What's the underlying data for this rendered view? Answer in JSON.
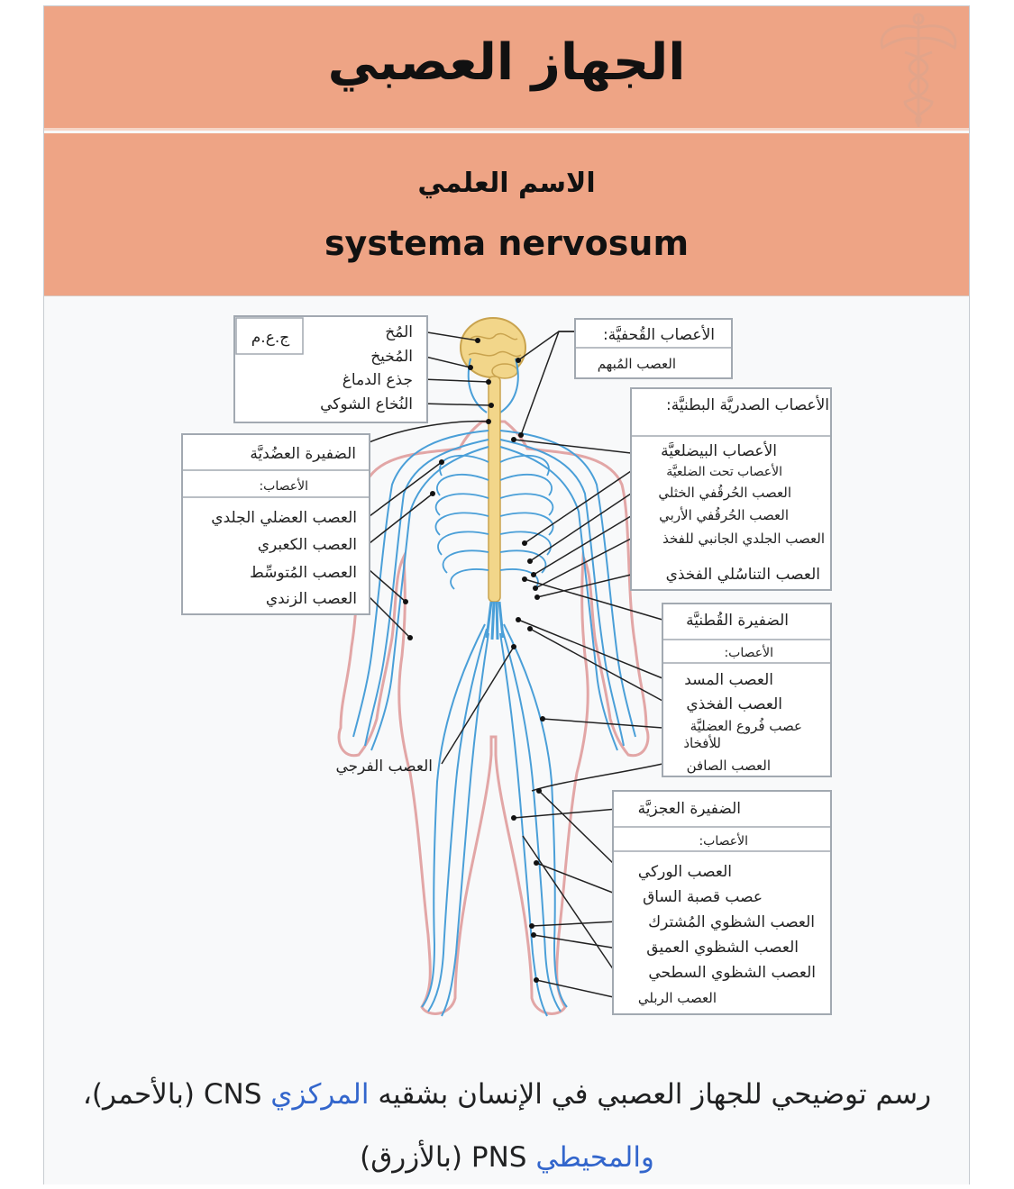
{
  "infobox": {
    "title": "الجهاز العصبي",
    "scientific_label": "الاسم العلمي",
    "scientific_name": "systema nervosum"
  },
  "diagram": {
    "cns_box": {
      "header": "ج.ع.م",
      "items": [
        "المُخ",
        "المُخيخ",
        "جذع الدماغ",
        "النُخاع الشوكي"
      ]
    },
    "cranial_box": {
      "header": "الأعصاب القُحفيَّة:",
      "items": [
        "العصب المُبهم"
      ]
    },
    "thoracoabdominal_box": {
      "header": "الأعصاب الصدريَّة البطنيَّة:",
      "items": [
        "الأعصاب البيضلعيَّة",
        "الأعصاب تحت الضلعيَّة",
        "العصب الحُرقُفي الخثلي",
        "العصب الحُرقُفي الأربي",
        "العصب الجلدي الجانبي للفخذ",
        "العصب التناسُلي الفخذي"
      ]
    },
    "brachial_box": {
      "header": "الضفيرة العضُديَّة",
      "subheader": "الأعصاب:",
      "items": [
        "العصب العضلي الجلدي",
        "العصب الكعبري",
        "العصب المُتوسِّط",
        "العصب الزندي"
      ]
    },
    "lumbar_box": {
      "header": "الضفيرة القُطنيَّة",
      "subheader": "الأعصاب:",
      "items": [
        "العصب المسد",
        "العصب الفخذي",
        "عصب فُروع العضليَّة",
        "للأفخاذ",
        "العصب الصافن"
      ]
    },
    "pudendal_label": "العصب الفرجي",
    "sacral_box": {
      "header": "الضفيرة العجزيَّة",
      "subheader": "الأعصاب:",
      "items": [
        "العصب الوركي",
        "عصب قصبة الساق",
        "العصب الشظوي المُشترك",
        "العصب الشظوي العميق",
        "العصب الشظوي السطحي",
        "العصب الربلي"
      ]
    }
  },
  "caption": {
    "part1": "رسم توضيحي للجهاز العصبي في الإنسان بشقيه",
    "link_central": "المركزي",
    "part2": "CNS (بالأحمر)،",
    "link_peripheral": "والمحيطي",
    "part3": "PNS (بالأزرق)"
  },
  "colors": {
    "header_bg": "#eea485",
    "nerve": "#4a9fd8",
    "brain": "#f2d68a",
    "body_outline": "#e2a6a6",
    "link": "#3366cc"
  }
}
